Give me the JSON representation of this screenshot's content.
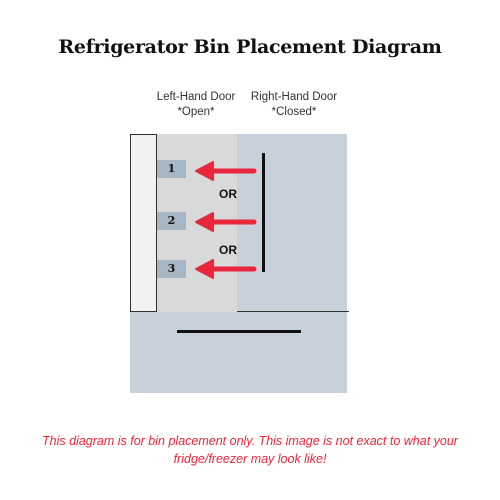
{
  "title": "Refrigerator Bin Placement Diagram",
  "left_door": {
    "name": "Left-Hand Door",
    "state": "*Open*"
  },
  "right_door": {
    "name": "Right-Hand Door",
    "state": "*Closed*"
  },
  "bins": [
    {
      "label": "1"
    },
    {
      "label": "2"
    },
    {
      "label": "3"
    }
  ],
  "separators": [
    "OR",
    "OR"
  ],
  "disclaimer": "This diagram is for bin placement only. This image is not exact to what your fridge/freezer may look like!",
  "colors": {
    "fridge_body": "#c8d1da",
    "left_door_interior": "#d9d9d9",
    "bin": "#a7b6c3",
    "arrow": "#e8273d",
    "disclaimer_text": "#e8273d"
  },
  "icons": [
    "arrow-left-icon"
  ]
}
